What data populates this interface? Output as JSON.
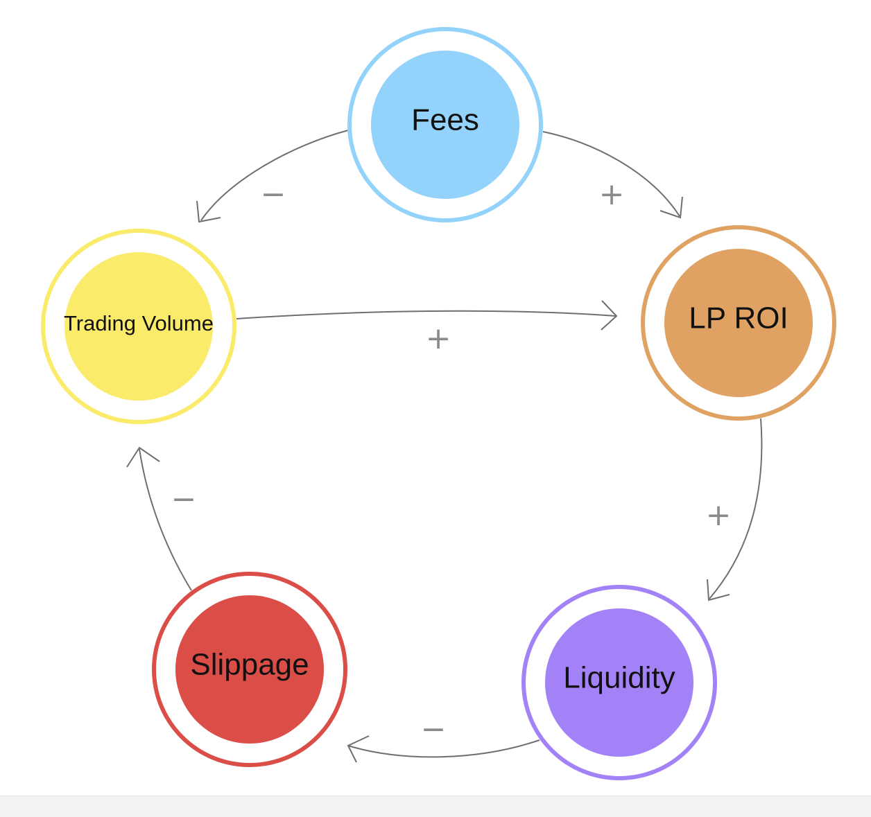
{
  "nodes": {
    "fees": {
      "label": "Fees",
      "fill": "#93D3FB",
      "ring": "#93D3FB"
    },
    "lp_roi": {
      "label": "LP ROI",
      "fill": "#E0A262",
      "ring": "#E0A262"
    },
    "trading_volume": {
      "label": "Trading Volume",
      "fill": "#FBEB6A",
      "ring": "#FBEB6A"
    },
    "liquidity": {
      "label": "Liquidity",
      "fill": "#A382F8",
      "ring": "#A382F8"
    },
    "slippage": {
      "label": "Slippage",
      "fill": "#DB4E47",
      "ring": "#DB4E47"
    }
  },
  "edges": {
    "fees_to_trading_volume": {
      "from": "Fees",
      "to": "Trading Volume",
      "sign": "−"
    },
    "fees_to_lp_roi": {
      "from": "Fees",
      "to": "LP ROI",
      "sign": "+"
    },
    "trading_volume_to_lp_roi": {
      "from": "Trading Volume",
      "to": "LP ROI",
      "sign": "+"
    },
    "lp_roi_to_liquidity": {
      "from": "LP ROI",
      "to": "Liquidity",
      "sign": "+"
    },
    "liquidity_to_slippage": {
      "from": "Liquidity",
      "to": "Slippage",
      "sign": "−"
    },
    "slippage_to_trading_volume": {
      "from": "Slippage",
      "to": "Trading Volume",
      "sign": "−"
    }
  }
}
